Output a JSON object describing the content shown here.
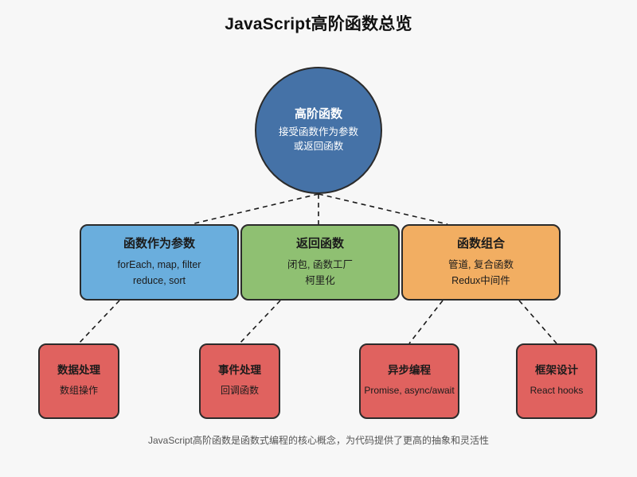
{
  "title": "JavaScript高阶函数总览",
  "footer": "JavaScript高阶函数是函数式编程的核心概念，为代码提供了更高的抽象和灵活性",
  "colors": {
    "background": "#f7f7f7",
    "root_fill": "#4572a7",
    "root_text": "#ffffff",
    "branch_params_fill": "#6aaedd",
    "branch_return_fill": "#8fc072",
    "branch_compose_fill": "#f2ae62",
    "leaf_fill": "#e0625f",
    "stroke": "#2b2b2b",
    "connector": "#1a1a1a",
    "title_text": "#111111",
    "footer_text": "#555555"
  },
  "root": {
    "title": "高阶函数",
    "line1": "接受函数作为参数",
    "line2": "或返回函数"
  },
  "branches": [
    {
      "id": "params",
      "title": "函数作为参数",
      "line1": "forEach, map, filter",
      "line2": "reduce, sort"
    },
    {
      "id": "return",
      "title": "返回函数",
      "line1": "闭包, 函数工厂",
      "line2": "柯里化"
    },
    {
      "id": "compose",
      "title": "函数组合",
      "line1": "管道, 复合函数",
      "line2": "Redux中间件"
    }
  ],
  "leaves": [
    {
      "id": "data",
      "title": "数据处理",
      "line1": "数组操作"
    },
    {
      "id": "event",
      "title": "事件处理",
      "line1": "回调函数"
    },
    {
      "id": "async",
      "title": "异步编程",
      "line1": "Promise, async/await"
    },
    {
      "id": "frame",
      "title": "框架设计",
      "line1": "React hooks"
    }
  ],
  "connectors": {
    "style": "dashed",
    "edges": [
      {
        "from": "root",
        "to": "params"
      },
      {
        "from": "root",
        "to": "return"
      },
      {
        "from": "root",
        "to": "compose"
      },
      {
        "from": "params",
        "to": "data"
      },
      {
        "from": "return",
        "to": "event"
      },
      {
        "from": "compose",
        "to": "async"
      },
      {
        "from": "compose",
        "to": "frame"
      }
    ]
  },
  "chart_data": {
    "type": "diagram",
    "title": "JavaScript高阶函数总览",
    "layout": "hierarchical-tree",
    "levels": 3,
    "nodes": [
      {
        "level": 0,
        "label": "高阶函数",
        "shape": "circle",
        "color": "#4572a7"
      },
      {
        "level": 1,
        "label": "函数作为参数",
        "shape": "rounded-rect",
        "color": "#6aaedd"
      },
      {
        "level": 1,
        "label": "返回函数",
        "shape": "rounded-rect",
        "color": "#8fc072"
      },
      {
        "level": 1,
        "label": "函数组合",
        "shape": "rounded-rect",
        "color": "#f2ae62"
      },
      {
        "level": 2,
        "label": "数据处理",
        "shape": "rounded-rect",
        "color": "#e0625f"
      },
      {
        "level": 2,
        "label": "事件处理",
        "shape": "rounded-rect",
        "color": "#e0625f"
      },
      {
        "level": 2,
        "label": "异步编程",
        "shape": "rounded-rect",
        "color": "#e0625f"
      },
      {
        "level": 2,
        "label": "框架设计",
        "shape": "rounded-rect",
        "color": "#e0625f"
      }
    ]
  }
}
